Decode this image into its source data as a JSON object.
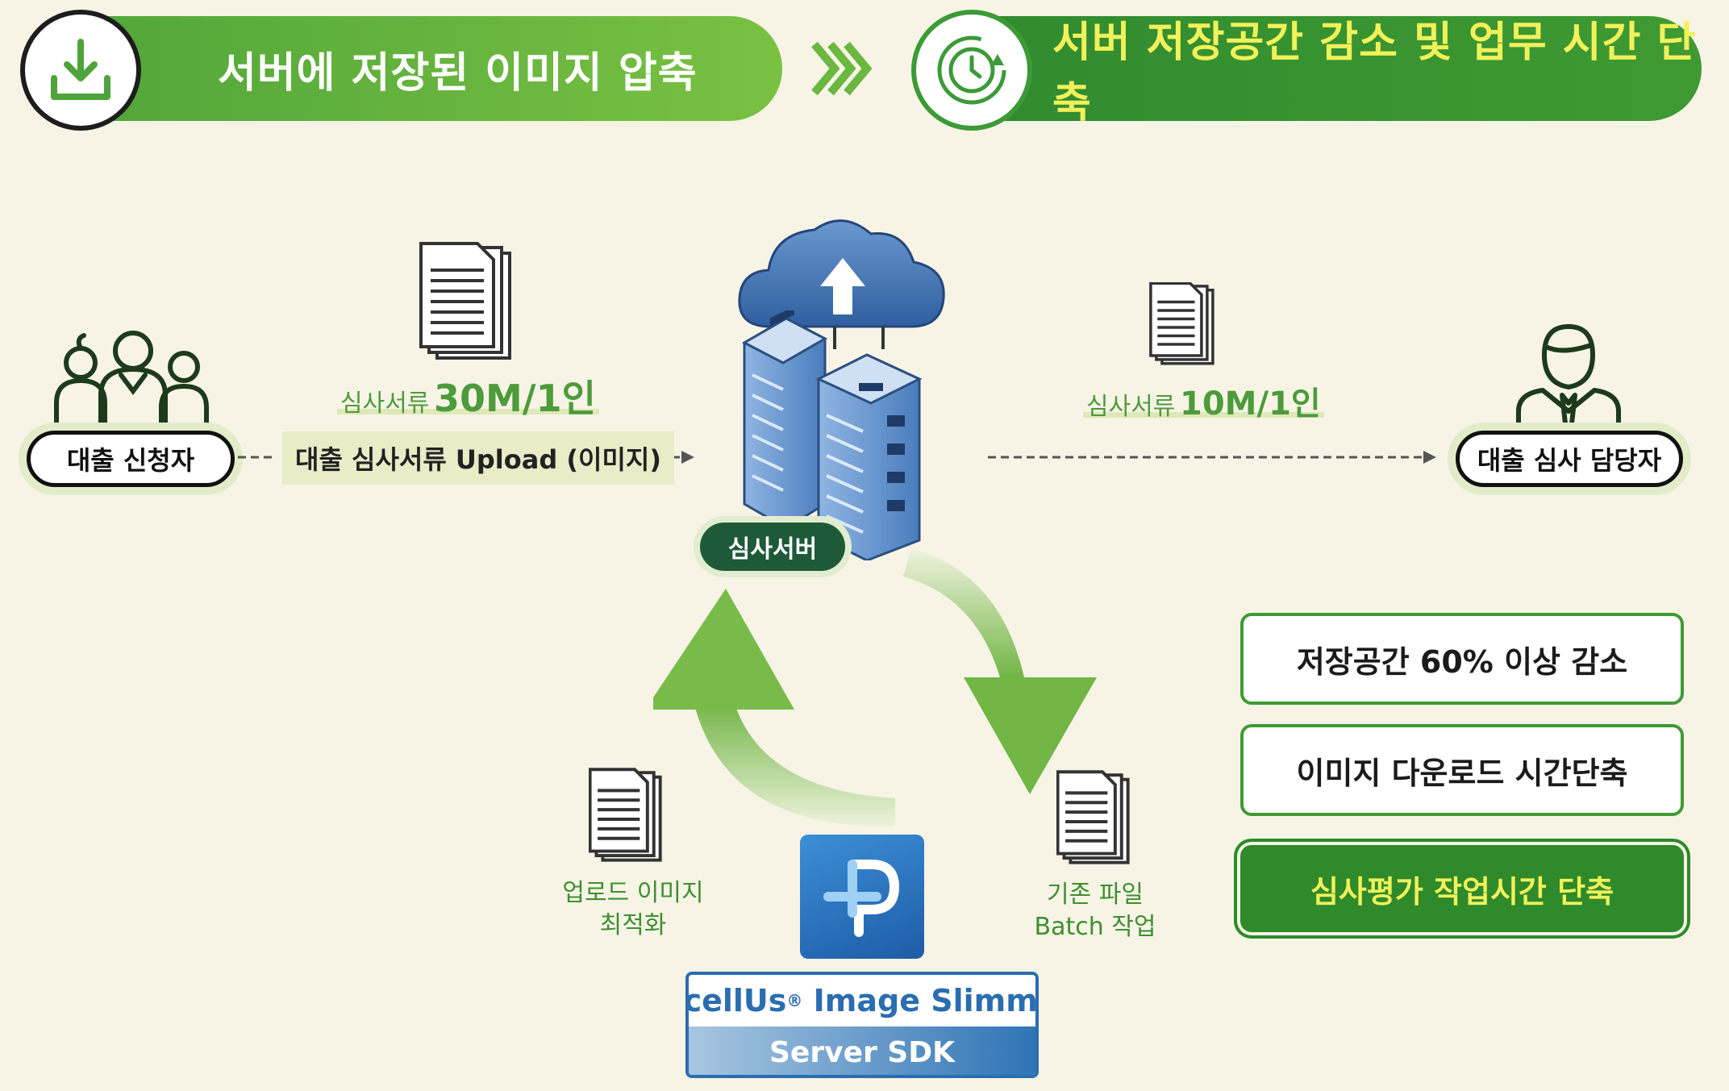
{
  "banners": {
    "left": "서버에 저장된 이미지 압축",
    "right": "서버 저장공간 감소 및 업무 시간 단축"
  },
  "applicant": {
    "label": "대출 신청자"
  },
  "upload": {
    "label": "대출 심사서류 Upload (이미지)"
  },
  "doc_before": {
    "prefix": "심사서류",
    "size": "30M/1인"
  },
  "doc_after": {
    "prefix": "심사서류",
    "size": "10M/1인"
  },
  "server": {
    "label": "심사서버"
  },
  "reviewer": {
    "label": "대출 심사 담당자"
  },
  "benefits": [
    "저장공간 60% 이상 감소",
    "이미지 다운로드 시간단축",
    "심사평가 작업시간 단축"
  ],
  "captions": {
    "upload_optimize_line1": "업로드 이미지",
    "upload_optimize_line2": "최적화",
    "batch_line1": "기존 파일",
    "batch_line2": "Batch 작업"
  },
  "product": {
    "name": "PicellUs",
    "registered": "®",
    "suffix": " Image Slimmer",
    "sdk": "Server SDK",
    "logo_letter": "P"
  },
  "icons": [
    "download-icon",
    "clock-refresh-icon",
    "chevron-right-icon",
    "people-icon",
    "businessman-icon",
    "document-icon",
    "server-icon",
    "cloud-upload-icon",
    "cycle-arrow-icon"
  ],
  "colors": {
    "green": "#4ea43a",
    "dark_green": "#2e8a2a",
    "yellow": "#f2f15a",
    "blue": "#2a6db0",
    "background": "#f7f4e6"
  }
}
